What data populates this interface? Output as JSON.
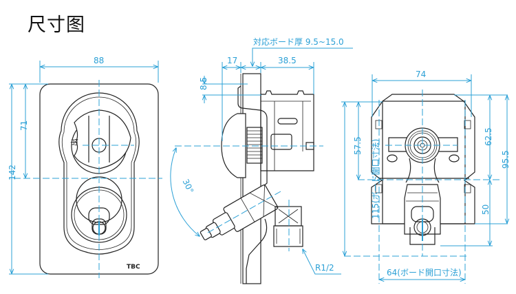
{
  "title": "尺寸图",
  "colors": {
    "dimension": "#2ba0d6",
    "outline": "#222222",
    "background": "#ffffff"
  },
  "front_view": {
    "width_label": "88",
    "height_total_label": "142",
    "height_upper_label": "71",
    "outlet_mark": "出",
    "brand_mark": "TBC"
  },
  "side_view": {
    "board_thickness_label": "対応ボード厚 9.5~15.0",
    "offset_label": "17",
    "depth_label": "38.5",
    "top_offset_label": "8.5",
    "angle_label": "30°",
    "thread_label": "R1/2"
  },
  "back_view": {
    "width_label": "74",
    "opening_height_label": "115(ボード開口寸法)",
    "upper_center_label": "57.5",
    "upper_right_label": "62.5",
    "total_right_label": "95.5",
    "lower_right_label": "50",
    "opening_width_label": "64(ボード開口寸法)"
  }
}
